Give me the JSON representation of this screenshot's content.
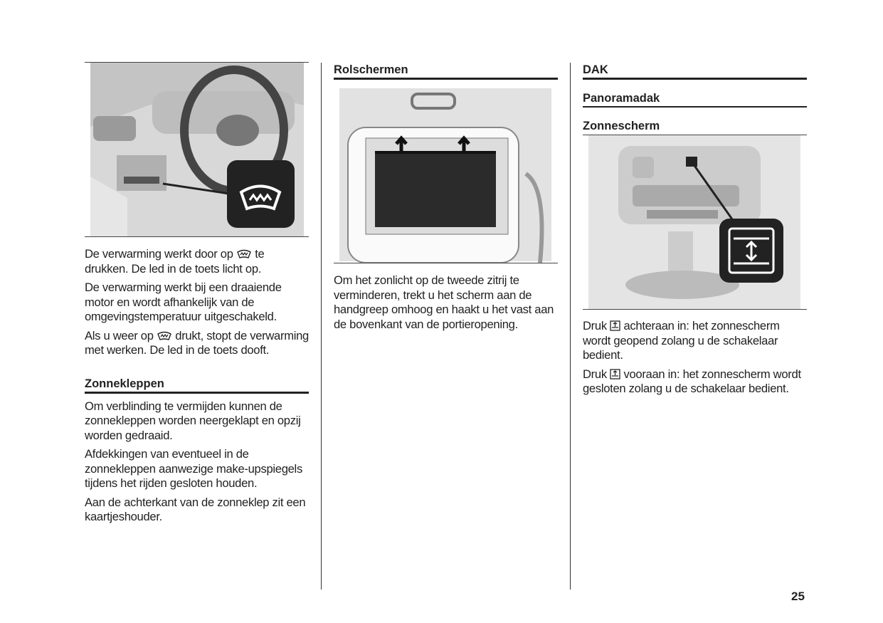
{
  "col1": {
    "p1": {
      "a": "De verwarming werkt door op ",
      "b": " te drukken. De led in de toets licht op."
    },
    "p2": "De verwarming werkt bij een draaiende motor en wordt afhankelijk van de omgevingstemperatuur uitgeschakeld.",
    "p3": {
      "a": "Als u weer op ",
      "b": " drukt, stopt de verwarming met werken. De led in de toets dooft."
    },
    "heading": "Zonnekleppen",
    "p4": "Om verblinding te vermijden kunnen de zonnekleppen worden neergeklapt en opzij worden gedraaid.",
    "p5": "Afdekkingen van eventueel in de zonnekleppen aanwezige make-upspiegels tijdens het rijden gesloten houden.",
    "p6": "Aan de achterkant van de zonneklep zit een kaartjeshouder."
  },
  "col2": {
    "heading": "Rolschermen",
    "p1": "Om het zonlicht op de tweede zitrij te verminderen, trekt u het scherm aan de handgreep omhoog en haakt u het vast aan de bovenkant van de portieropening."
  },
  "col3": {
    "heading1": "DAK",
    "heading2": "Panoramadak",
    "heading3": "Zonnescherm",
    "p1": {
      "a": "Druk ",
      "b": " achteraan in: het zonnescherm wordt geopend zolang u de schakelaar bedient."
    },
    "p2": {
      "a": "Druk ",
      "b": " vooraan in: het zonnescherm wordt gesloten zolang u de schakelaar bedient."
    }
  },
  "page_number": "25"
}
